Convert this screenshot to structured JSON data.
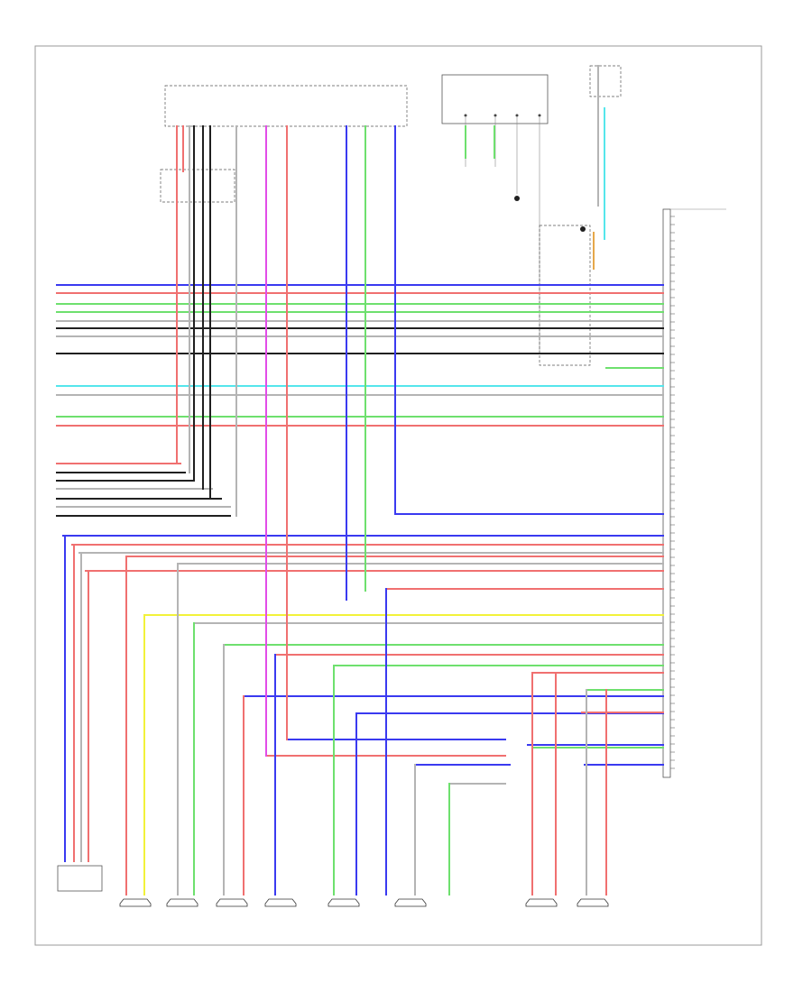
{
  "page_label": "",
  "colors": {
    "blue": "#3a3af0",
    "red": "#f07070",
    "green": "#6ee06e",
    "gray": "#b4b4b4",
    "black": "#202020",
    "cyan": "#55e6ec",
    "yellow": "#f2f23a",
    "magenta": "#e24ce8",
    "orange": "#e6a84a",
    "white": "#d8d8d8"
  },
  "components": {
    "top_left_module": {
      "title": "",
      "subtitle": "",
      "note": ""
    },
    "top_mid_module": {
      "title": "",
      "subtitle": ""
    },
    "top_right_switch": {
      "title": "",
      "subtitle": "",
      "notes": [
        "",
        "",
        "",
        "",
        "",
        "",
        ""
      ]
    },
    "main_amplifier": {
      "name": "",
      "notes": [
        "",
        ""
      ]
    },
    "left_bottom_connector": {
      "name": ""
    }
  },
  "speakers": [
    {
      "name": ""
    },
    {
      "name": ""
    },
    {
      "name": ""
    },
    {
      "name": ""
    },
    {
      "name": ""
    },
    {
      "name": ""
    },
    {
      "name": ""
    },
    {
      "name": ""
    }
  ],
  "wiring": {
    "horizontal_runs": [
      "blue",
      "red",
      "green",
      "green",
      "gray",
      "black",
      "gray",
      "black",
      "cyan",
      "gray",
      "green",
      "red",
      "red",
      "black",
      "black",
      "gray",
      "black",
      "gray",
      "black",
      "blue",
      "blue",
      "red",
      "gray",
      "red",
      "red",
      "gray",
      "yellow",
      "gray",
      "green",
      "green",
      "red",
      "red",
      "blue",
      "blue",
      "blue",
      "red",
      "red",
      "green",
      "green",
      "blue",
      "red",
      "blue",
      "blue",
      "gray",
      "green"
    ],
    "vertical_runs": [
      "red",
      "red",
      "gray",
      "black",
      "black",
      "black",
      "gray",
      "magenta",
      "red",
      "blue",
      "green",
      "blue",
      "green",
      "green",
      "gray",
      "cyan",
      "orange",
      "blue",
      "red",
      "gray",
      "red",
      "red",
      "yellow",
      "gray",
      "green",
      "gray",
      "red",
      "blue",
      "green",
      "blue",
      "blue",
      "gray",
      "green",
      "red",
      "red",
      "gray",
      "red"
    ]
  }
}
